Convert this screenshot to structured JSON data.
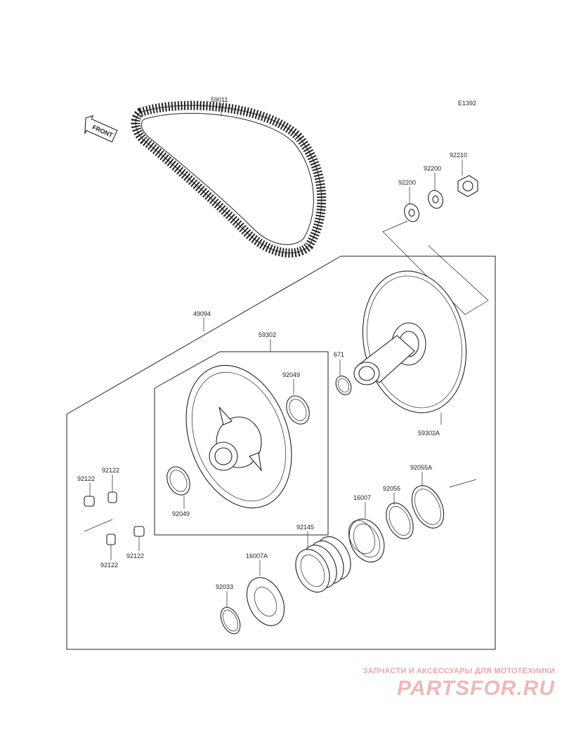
{
  "diagram": {
    "code": "E1392",
    "front_label": "FRONT",
    "parts": {
      "belt": "59011",
      "driven_assy": "49094",
      "sheave_movable": "59302",
      "sheave_fixed": "59302A",
      "oring_671": "671",
      "bushing_top": "92049",
      "bushing_bottom": "92049",
      "washer_1": "92200",
      "washer_2": "92200",
      "nut": "92210",
      "collar_a": "92122",
      "collar_b": "92122",
      "collar_c": "92122",
      "collar_d": "92122",
      "seal_92055": "92055",
      "seal_92055a": "92055A",
      "cam_16007": "16007",
      "spring": "92145",
      "cam_16007a": "16007A",
      "snap_ring": "92033"
    }
  },
  "watermark": {
    "subtitle": "ЗАПЧАСТИ И АКСЕССУАРЫ ДЛЯ МОТОТЕХНИКИ",
    "logo": "PARTSFOR.RU",
    "color": "#f0b8b8"
  }
}
